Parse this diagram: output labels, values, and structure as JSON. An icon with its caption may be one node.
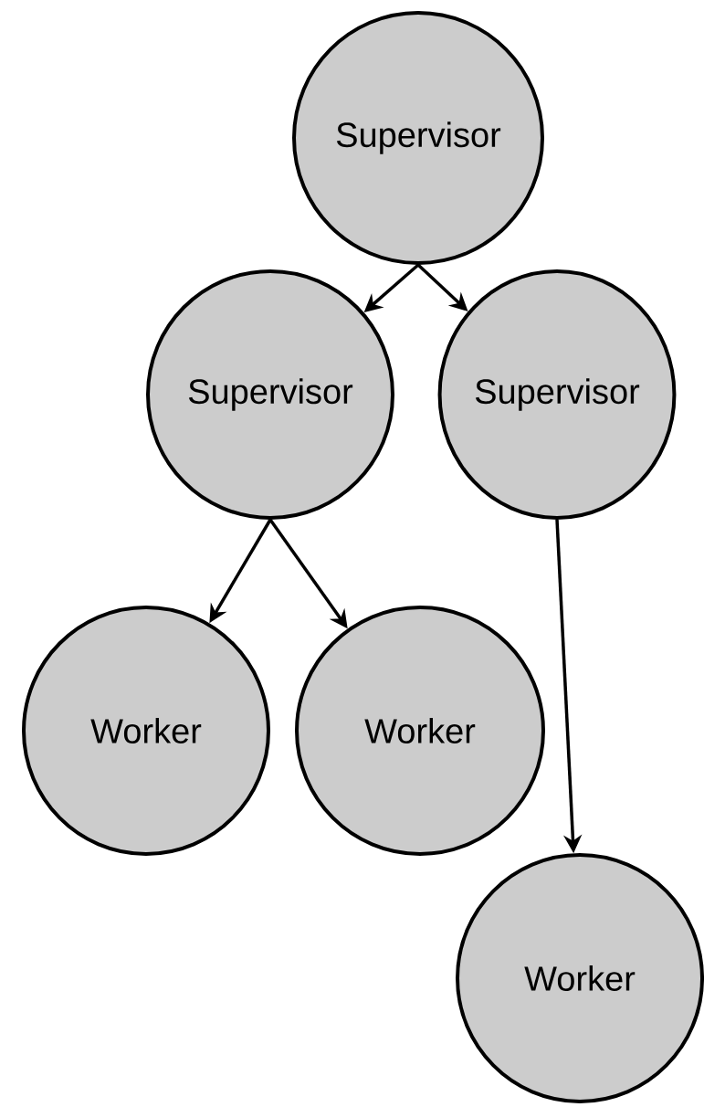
{
  "diagram": {
    "nodes": [
      {
        "text": [
          "Supervisor"
        ]
      },
      {
        "text": [
          "Supervisor"
        ]
      },
      {
        "text": [
          "Supervisor"
        ]
      },
      {
        "text": [
          "Worker"
        ]
      },
      {
        "text": [
          "Worker"
        ]
      },
      {
        "text": [
          "Worker"
        ]
      }
    ],
    "edges": [
      {
        "from": 0,
        "to": 1,
        "arrow": "to"
      },
      {
        "from": 0,
        "to": 2,
        "arrow": "to"
      },
      {
        "from": 1,
        "to": 3,
        "arrow": "to"
      },
      {
        "from": 1,
        "to": 4,
        "arrow": "to"
      },
      {
        "from": 2,
        "to": 5,
        "arrow": "to"
      }
    ]
  }
}
